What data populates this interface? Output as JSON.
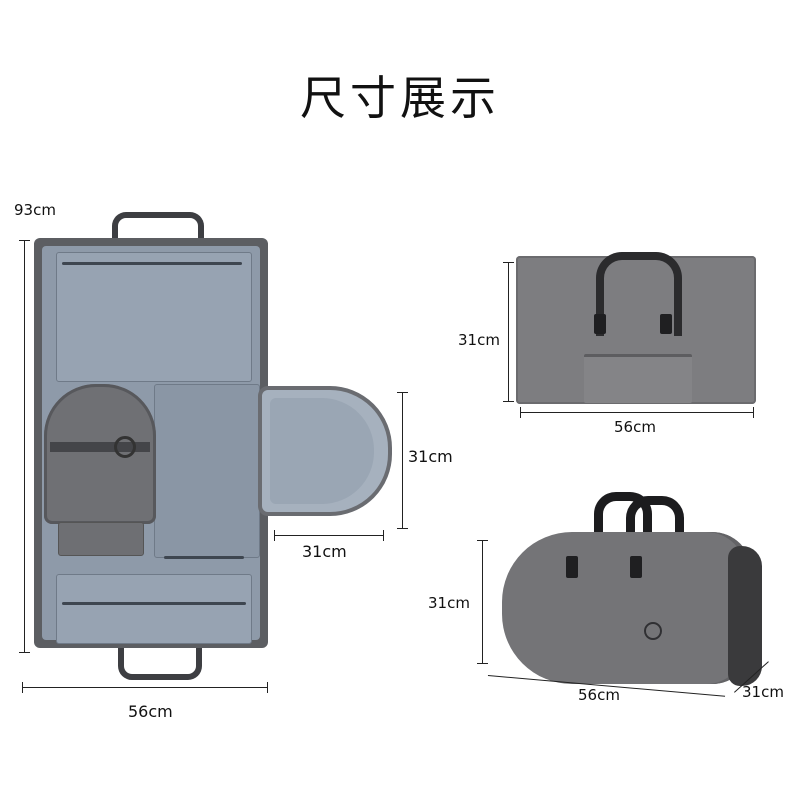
{
  "title": "尺寸展示",
  "left_bag": {
    "height_label": "93cm",
    "width_label": "56cm",
    "flap_height_label": "31cm",
    "flap_width_label": "31cm"
  },
  "top_right_bag": {
    "height_label": "31cm",
    "width_label": "56cm"
  },
  "bottom_right_bag": {
    "height_label": "31cm",
    "length_label": "56cm",
    "depth_label": "31cm"
  },
  "colors": {
    "bag_gray": "#7d7d80",
    "liner_blue_gray": "#8e9aa9",
    "handle_black": "#2b2b2d"
  }
}
